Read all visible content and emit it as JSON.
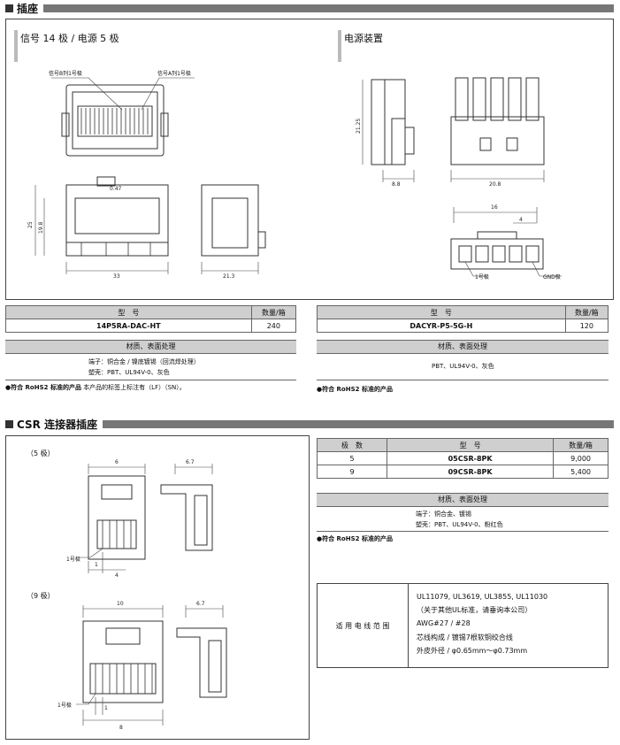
{
  "section1": {
    "title": "插座",
    "drawing_left_title": "信号 14 极 / 电源 5 极",
    "drawing_right_title": "电源装置",
    "callout_b": "信号B列1号极",
    "callout_a": "信号A列1号极",
    "dims_left": {
      "w33": "33",
      "h25": "25",
      "h19": "19.8",
      "w213": "21.3",
      "small": "0.47"
    },
    "dims_right": {
      "h2125": "21.25",
      "w88": "8.8",
      "w208": "20.8",
      "w16": "16",
      "w4": "4",
      "pin1": "1号极",
      "gnd": "GND极"
    },
    "table_left": {
      "col1": "型　号",
      "col2": "数量/箱",
      "model": "14P5RA-DAC-HT",
      "qty": "240"
    },
    "table_right": {
      "col1": "型　号",
      "col2": "数量/箱",
      "model": "DACYR-P5-5G-H",
      "qty": "120"
    },
    "material_left": {
      "head": "材质、表面处理",
      "line1": "端子：铜合金 / 镍底镀锡（回流焊处理）",
      "line2": "塑壳：PBT、UL94V-0、灰色"
    },
    "material_right": {
      "head": "材质、表面处理",
      "line1": "PBT、UL94V-0、灰色"
    },
    "rohs_left_bold": "●符合 RoHS2 标准的产品",
    "rohs_left_rest": "本产品的标签上标注有（LF）（SN）。",
    "rohs_right": "●符合 RoHS2 标准的产品"
  },
  "section2": {
    "title": "CSR 连接器插座",
    "p5": "（5 极）",
    "p9": "（9 极）",
    "dims5": {
      "w6": "6",
      "w67": "6.7",
      "w1": "1",
      "w4": "4",
      "pin1": "1号极"
    },
    "dims9": {
      "w10": "10",
      "w67": "6.7",
      "w1": "1",
      "w8": "8",
      "pin1": "1号极"
    },
    "table": {
      "headers": [
        "极　数",
        "型　号",
        "数量/箱"
      ],
      "rows": [
        [
          "5",
          "05CSR-8PK",
          "9,000"
        ],
        [
          "9",
          "09CSR-8PK",
          "5,400"
        ]
      ]
    },
    "material": {
      "head": "材质、表面处理",
      "line1": "端子：铜合金、镀锡",
      "line2": "塑壳：PBT、UL94V-0、粉红色"
    },
    "rohs": "●符合 RoHS2 标准的产品",
    "wire": {
      "label": "适 用 电 线 范 围",
      "l1": "UL11079, UL3619, UL3855, UL11030",
      "l2": "（关于其他UL标准，请垂询本公司）",
      "l3": "AWG#27 / #28",
      "l4": "芯线构成 / 镀锡7根软铜绞合线",
      "l5": "外皮外径 / φ0.65mm～φ0.73mm"
    }
  }
}
